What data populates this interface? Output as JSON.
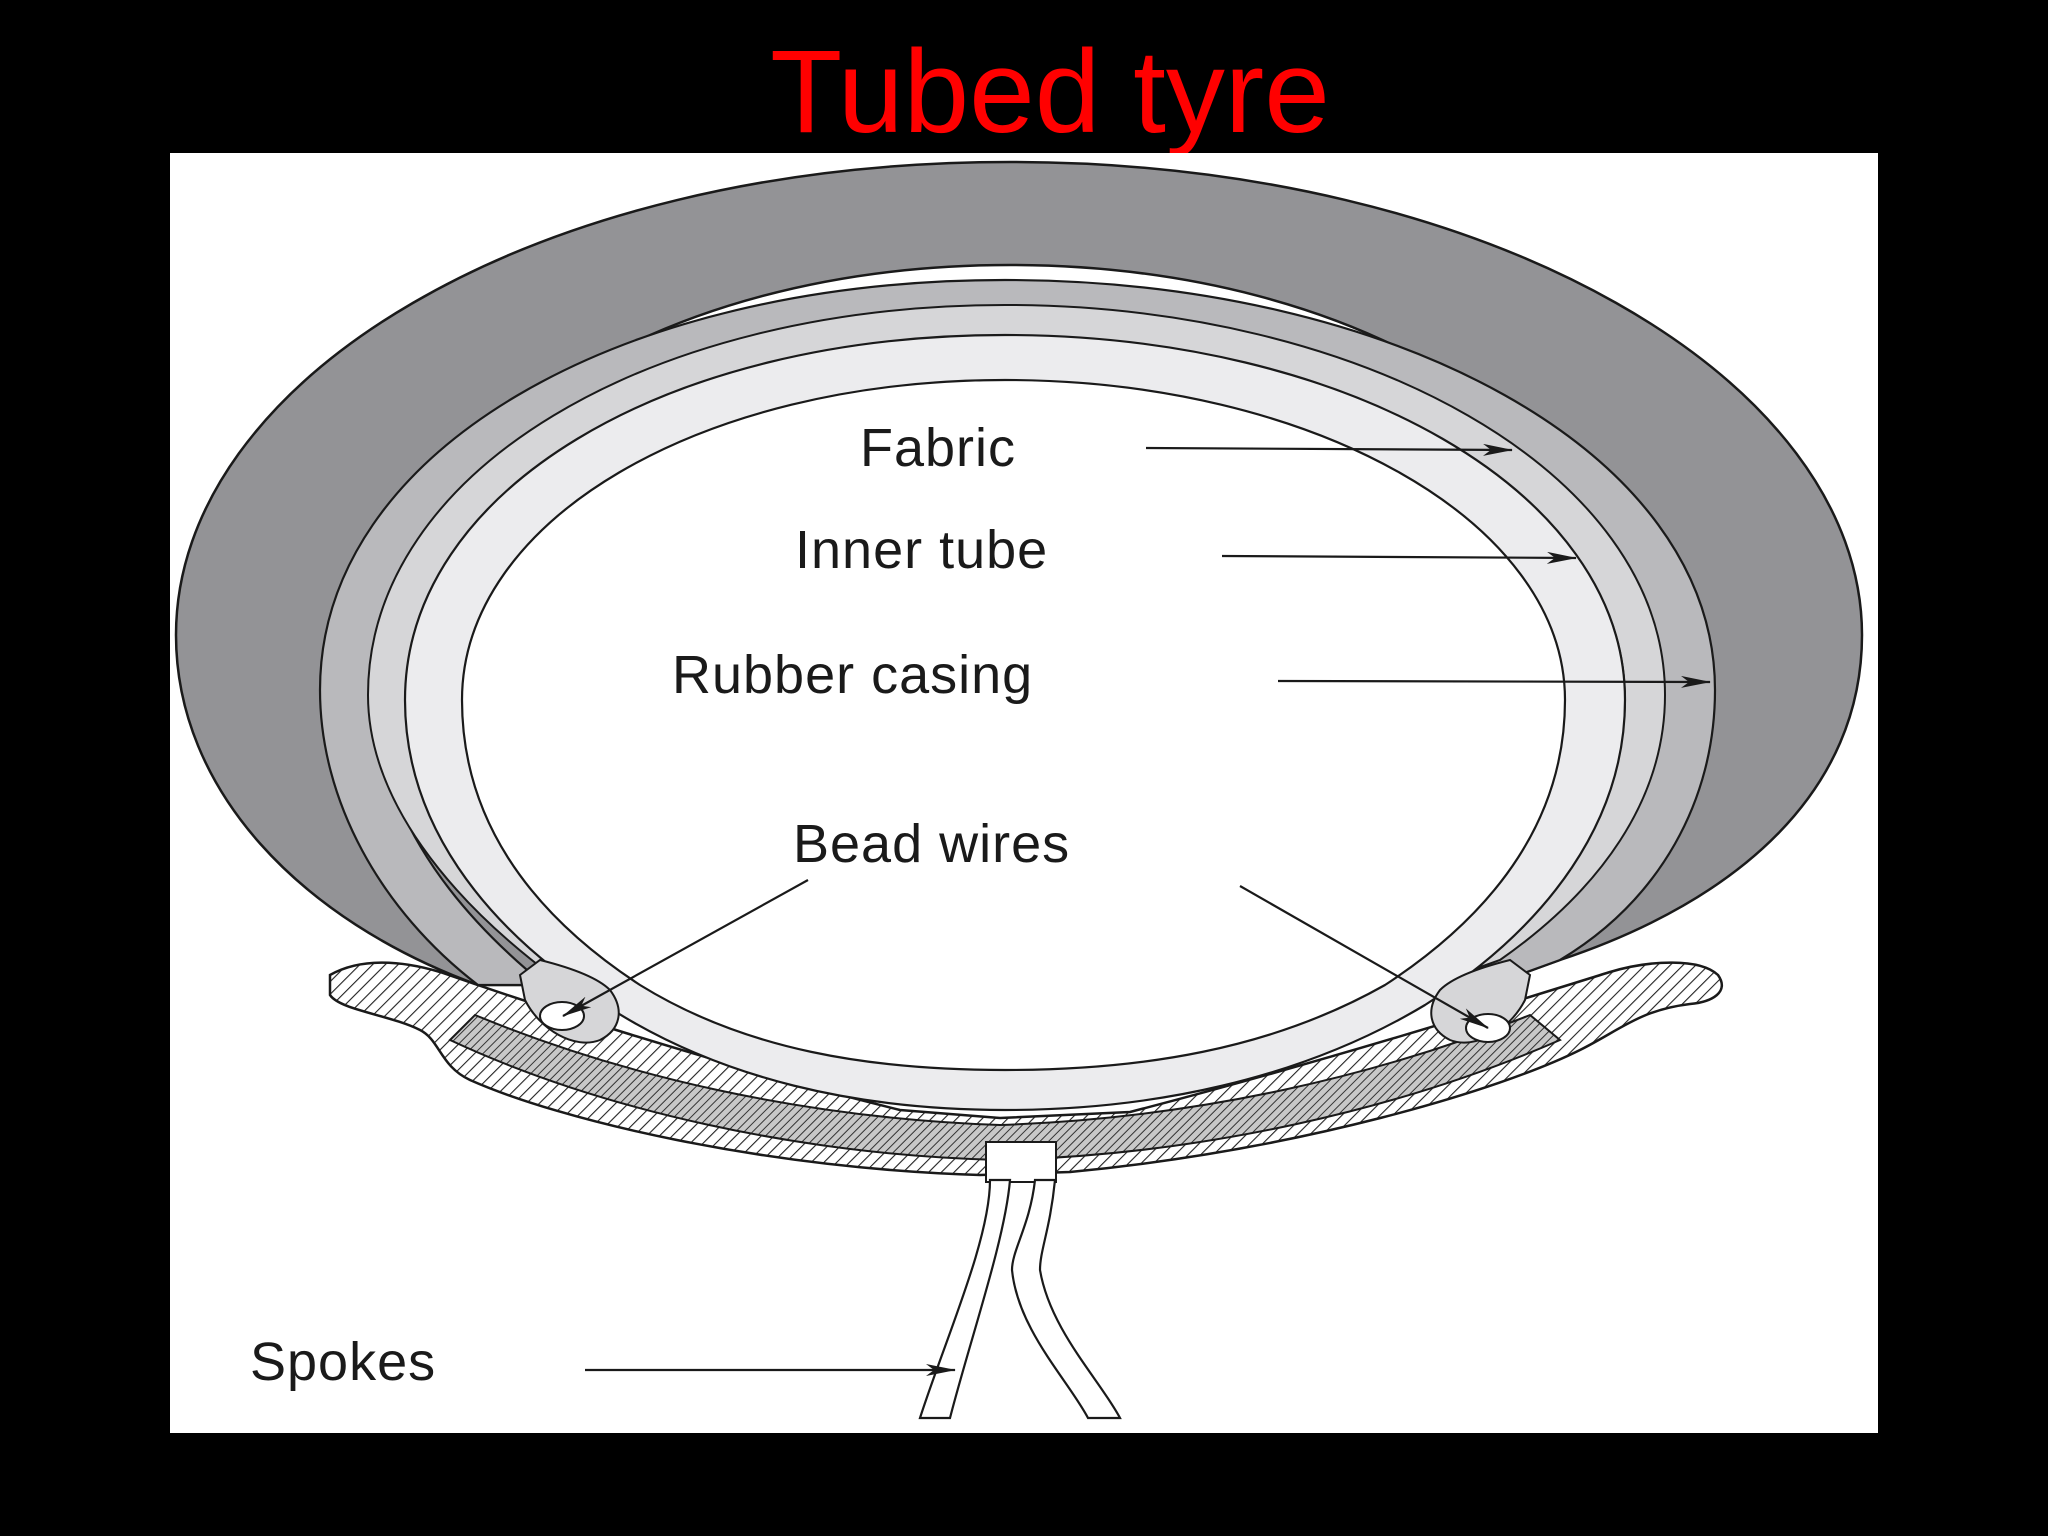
{
  "slide": {
    "title": "Tubed tyre"
  },
  "diagram": {
    "labels": {
      "fabric": "Fabric",
      "inner_tube": "Inner tube",
      "rubber_casing": "Rubber casing",
      "bead_wires": "Bead wires",
      "spokes": "Spokes"
    }
  },
  "colors": {
    "title": "#ff0000",
    "background": "#000000",
    "panel": "#ffffff",
    "tread": "#939396",
    "casing": "#b9b9bc",
    "fabric": "#d6d6d8",
    "inner_tube": "#ececee",
    "line": "#1a1a1a"
  }
}
